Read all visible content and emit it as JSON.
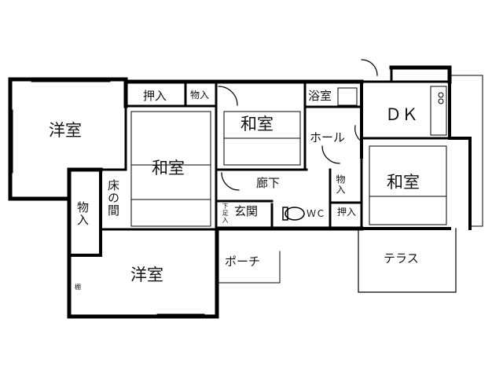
{
  "rooms": {
    "western_top": "洋室",
    "western_bottom": "洋室",
    "japanese_center": "和室",
    "japanese_top": "和室",
    "japanese_right": "和室",
    "dk": "ＤＫ"
  },
  "storage": {
    "oshiire_top": "押入",
    "mono_top": "物入",
    "mono_left": "物入",
    "mono_small": "物入",
    "oshiire_right": "押入",
    "tokonoma": "床の間",
    "shoe_box": "下足入",
    "shelf": "棚"
  },
  "areas": {
    "bath": "浴室",
    "hall": "ホール",
    "corridor": "廊下",
    "entrance": "玄関",
    "wc": "ＷＣ",
    "porch": "ポーチ",
    "terrace": "テラス"
  }
}
